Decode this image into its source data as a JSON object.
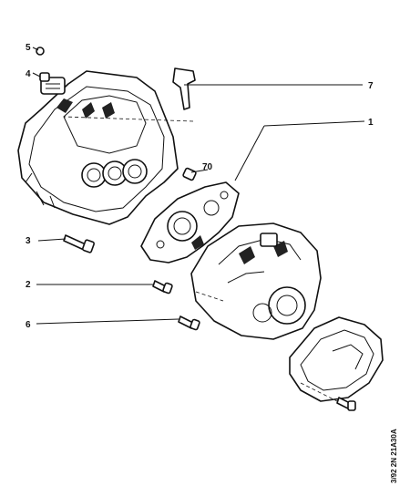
{
  "labels": {
    "l1": "1",
    "l2": "2",
    "l3": "3",
    "l4": "4",
    "l5": "5",
    "l6": "6",
    "l7": "7",
    "l70": "70"
  },
  "reference_code": "3/92 2N 21A30A",
  "colors": {
    "ink": "#111111",
    "background": "#ffffff"
  }
}
